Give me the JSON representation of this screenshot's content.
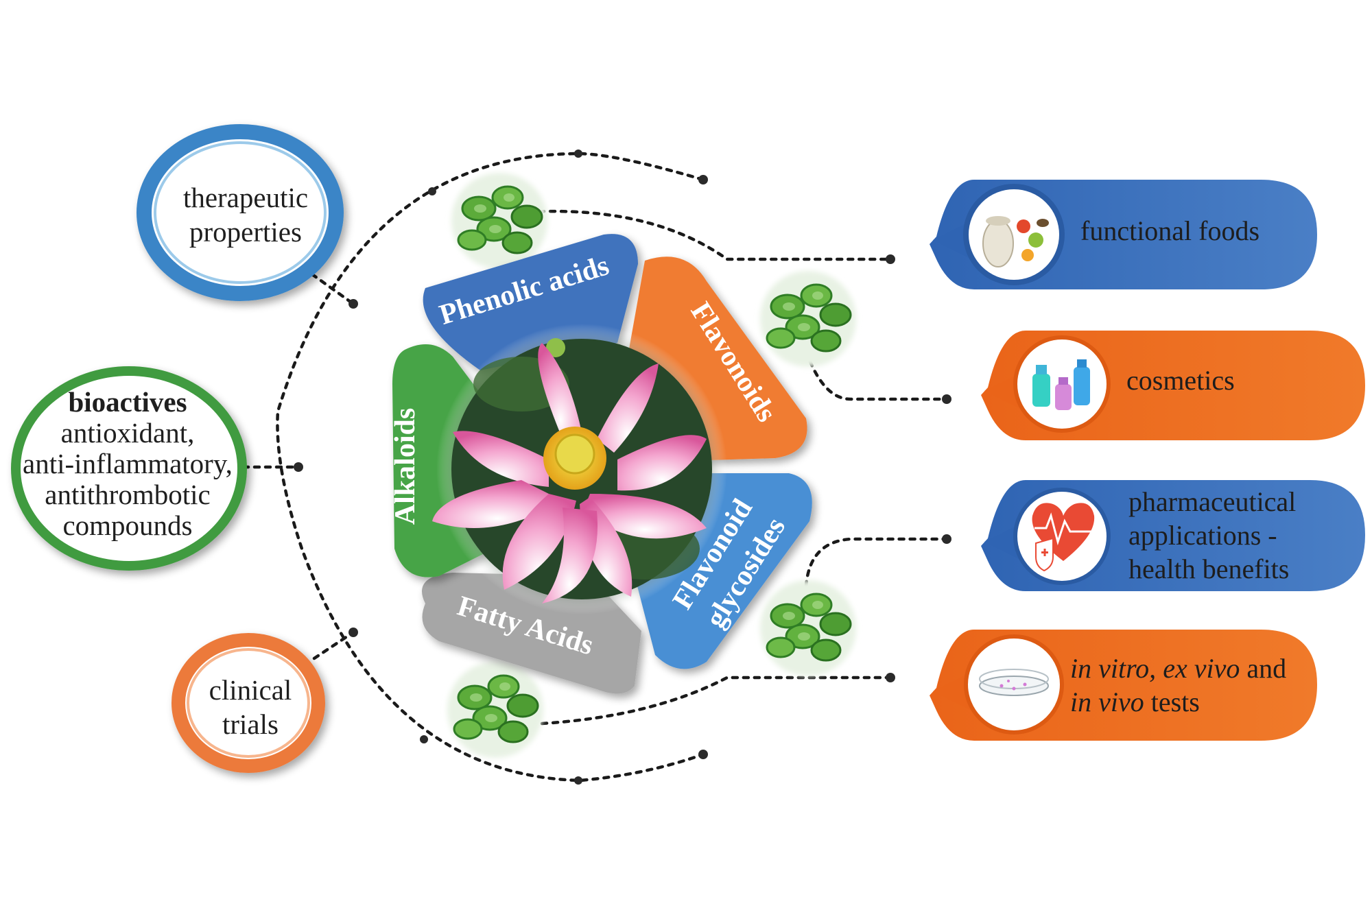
{
  "left_nodes": {
    "therapeutic": {
      "line1": "therapeutic",
      "line2": "properties"
    },
    "bioactives": {
      "title": "bioactives",
      "line1": "antioxidant,",
      "line2": "anti-inflammatory,",
      "line3": "antithrombotic",
      "line4": "compounds"
    },
    "clinical": {
      "line1": "clinical",
      "line2": "trials"
    }
  },
  "petals": {
    "phenolic": "Phenolic acids",
    "flavonoids": "Flavonoids",
    "glycosides_line1": "Flavonoid",
    "glycosides_line2": "glycosides",
    "fatty": "Fatty Acids",
    "alkaloids": "Alkaloids"
  },
  "applications": {
    "functional_foods": "functional foods",
    "cosmetics": "cosmetics",
    "pharma_line1": "pharmaceutical",
    "pharma_line2": "applications -",
    "pharma_line3": "health benefits",
    "tests_in_vitro": "in vitro,",
    "tests_ex_vivo": "ex vivo",
    "tests_and": "and",
    "tests_in_vivo": "in vivo",
    "tests_word": "tests"
  },
  "colors": {
    "blue": "#3a6fb8",
    "orange": "#ee6d1e",
    "green": "#3f9b3f",
    "grey": "#a8a8a8",
    "light_blue": "#4a8fd4"
  },
  "icons": {
    "functional_foods": "food-supplements-icon",
    "cosmetics": "cosmetic-bottles-icon",
    "pharma": "heart-shield-icon",
    "tests": "petri-dish-icon",
    "center": "lotus-flower-icon",
    "leaves": "lotus-seed-leaves-icon"
  }
}
